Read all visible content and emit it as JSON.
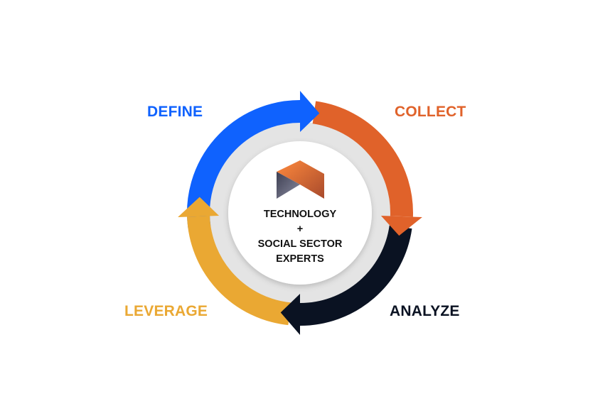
{
  "stages": [
    {
      "label": "DEFINE",
      "color": "#0f62fe"
    },
    {
      "label": "COLLECT",
      "color": "#e0622a"
    },
    {
      "label": "ANALYZE",
      "color": "#0a1222"
    },
    {
      "label": "LEVERAGE",
      "color": "#eaa833"
    }
  ],
  "center": {
    "line1": "TECHNOLOGY",
    "line2": "+",
    "line3": "SOCIAL SECTOR",
    "line4": "EXPERTS"
  }
}
